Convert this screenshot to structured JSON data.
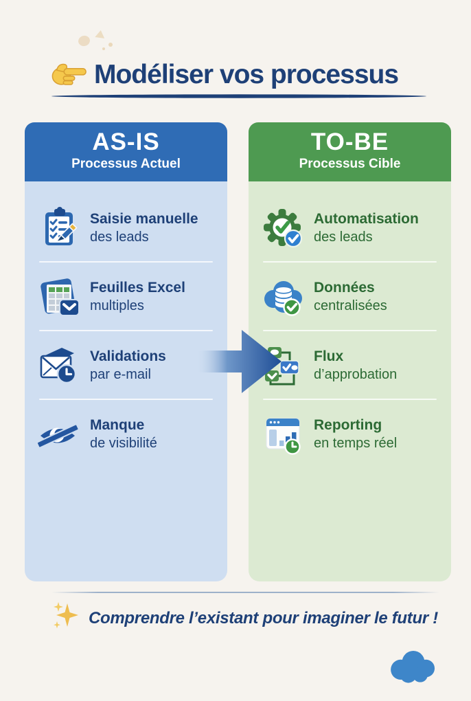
{
  "page": {
    "title": "Modéliser vos processus",
    "title_icon": "pointing-hand-icon",
    "footer": {
      "icon": "sparkles-icon",
      "text": "Comprendre l’existant pour imaginer le futur !"
    },
    "logo_icon": "cloud-logo"
  },
  "colors": {
    "background": "#f6f3ee",
    "title_text": "#1e4077",
    "as_is_header": "#2f6cb5",
    "as_is_body": "#cfdef1",
    "as_is_text": "#1e4077",
    "to_be_header": "#4e9a51",
    "to_be_body": "#dcead2",
    "to_be_text": "#2c6a34",
    "arrow": "#1f4e96",
    "divider": "#9db1ca",
    "footer_text": "#1e4077",
    "cloud_logo": "#3e86c9",
    "sparkle": "#eebd4f",
    "hand": "#f5c84c"
  },
  "arrow": {
    "direction": "right",
    "gradient_start": "#cfdef1",
    "gradient_end": "#1f4e96"
  },
  "columns": [
    {
      "id": "as-is",
      "title": "AS-IS",
      "subtitle": "Processus Actuel",
      "items": [
        {
          "icon": "clipboard-pencil-icon",
          "title": "Saisie manuelle",
          "subtitle": "des leads"
        },
        {
          "icon": "excel-sheets-icon",
          "title": "Feuilles Excel",
          "subtitle": "multiples"
        },
        {
          "icon": "email-clock-icon",
          "title": "Validations",
          "subtitle": "par e-mail"
        },
        {
          "icon": "eye-off-icon",
          "title": "Manque",
          "subtitle": "de visibilité"
        }
      ]
    },
    {
      "id": "to-be",
      "title": "TO-BE",
      "subtitle": "Processus Cible",
      "items": [
        {
          "icon": "gear-check-icon",
          "title": "Automatisation",
          "subtitle": "des leads"
        },
        {
          "icon": "cloud-database-icon",
          "title": "Données",
          "subtitle": "centralisées"
        },
        {
          "icon": "approval-flow-icon",
          "title": "Flux",
          "subtitle": "d’approbation"
        },
        {
          "icon": "report-clock-icon",
          "title": "Reporting",
          "subtitle": "en temps réel"
        }
      ]
    }
  ]
}
